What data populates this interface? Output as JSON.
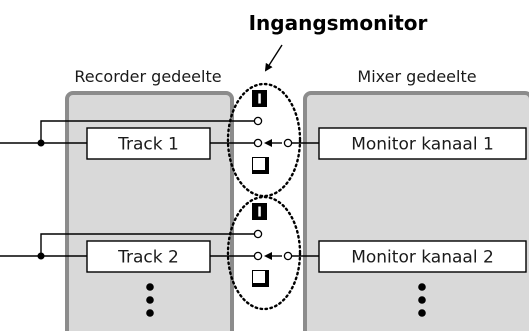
{
  "title": "Ingangsmonitor",
  "sections": {
    "recorder": "Recorder gedeelte",
    "mixer": "Mixer gedeelte"
  },
  "channels": [
    {
      "track": "Track 1",
      "monitor": "Monitor kanaal 1",
      "input_icon": "I"
    },
    {
      "track": "Track 2",
      "monitor": "Monitor kanaal 2",
      "input_icon": "I"
    }
  ],
  "icons": {
    "input_switch": "input-switch-icon",
    "tape_switch": "tape-switch-icon",
    "continuation": "vertical-ellipsis-icon"
  }
}
